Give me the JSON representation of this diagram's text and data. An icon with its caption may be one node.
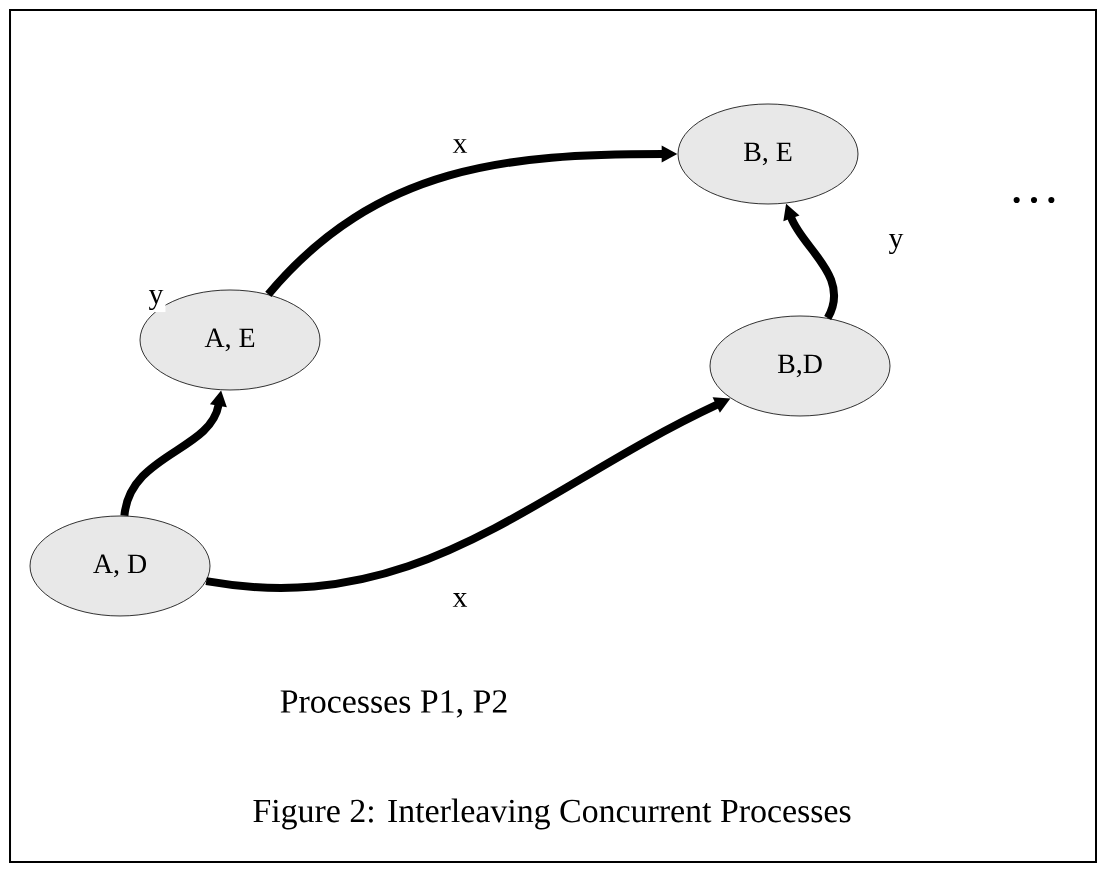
{
  "diagram": {
    "caption": "Figure 2: Interleaving Concurrent Processes",
    "nodes": [
      {
        "text": [
          "A, D"
        ]
      },
      {
        "text": [
          "A, E"
        ]
      },
      {
        "text": [
          "B,D"
        ]
      },
      {
        "text": [
          "B, E"
        ]
      }
    ],
    "edges": [
      {
        "from": 0,
        "to": 1,
        "arrow": "to",
        "label": "y"
      },
      {
        "from": 1,
        "to": 3,
        "arrow": "to",
        "label": "x"
      },
      {
        "from": 0,
        "to": 2,
        "arrow": "to",
        "label": "x"
      },
      {
        "from": 2,
        "to": 3,
        "arrow": "to",
        "label": "y"
      }
    ],
    "labels": [
      "…",
      "Processes P1, P2"
    ]
  }
}
